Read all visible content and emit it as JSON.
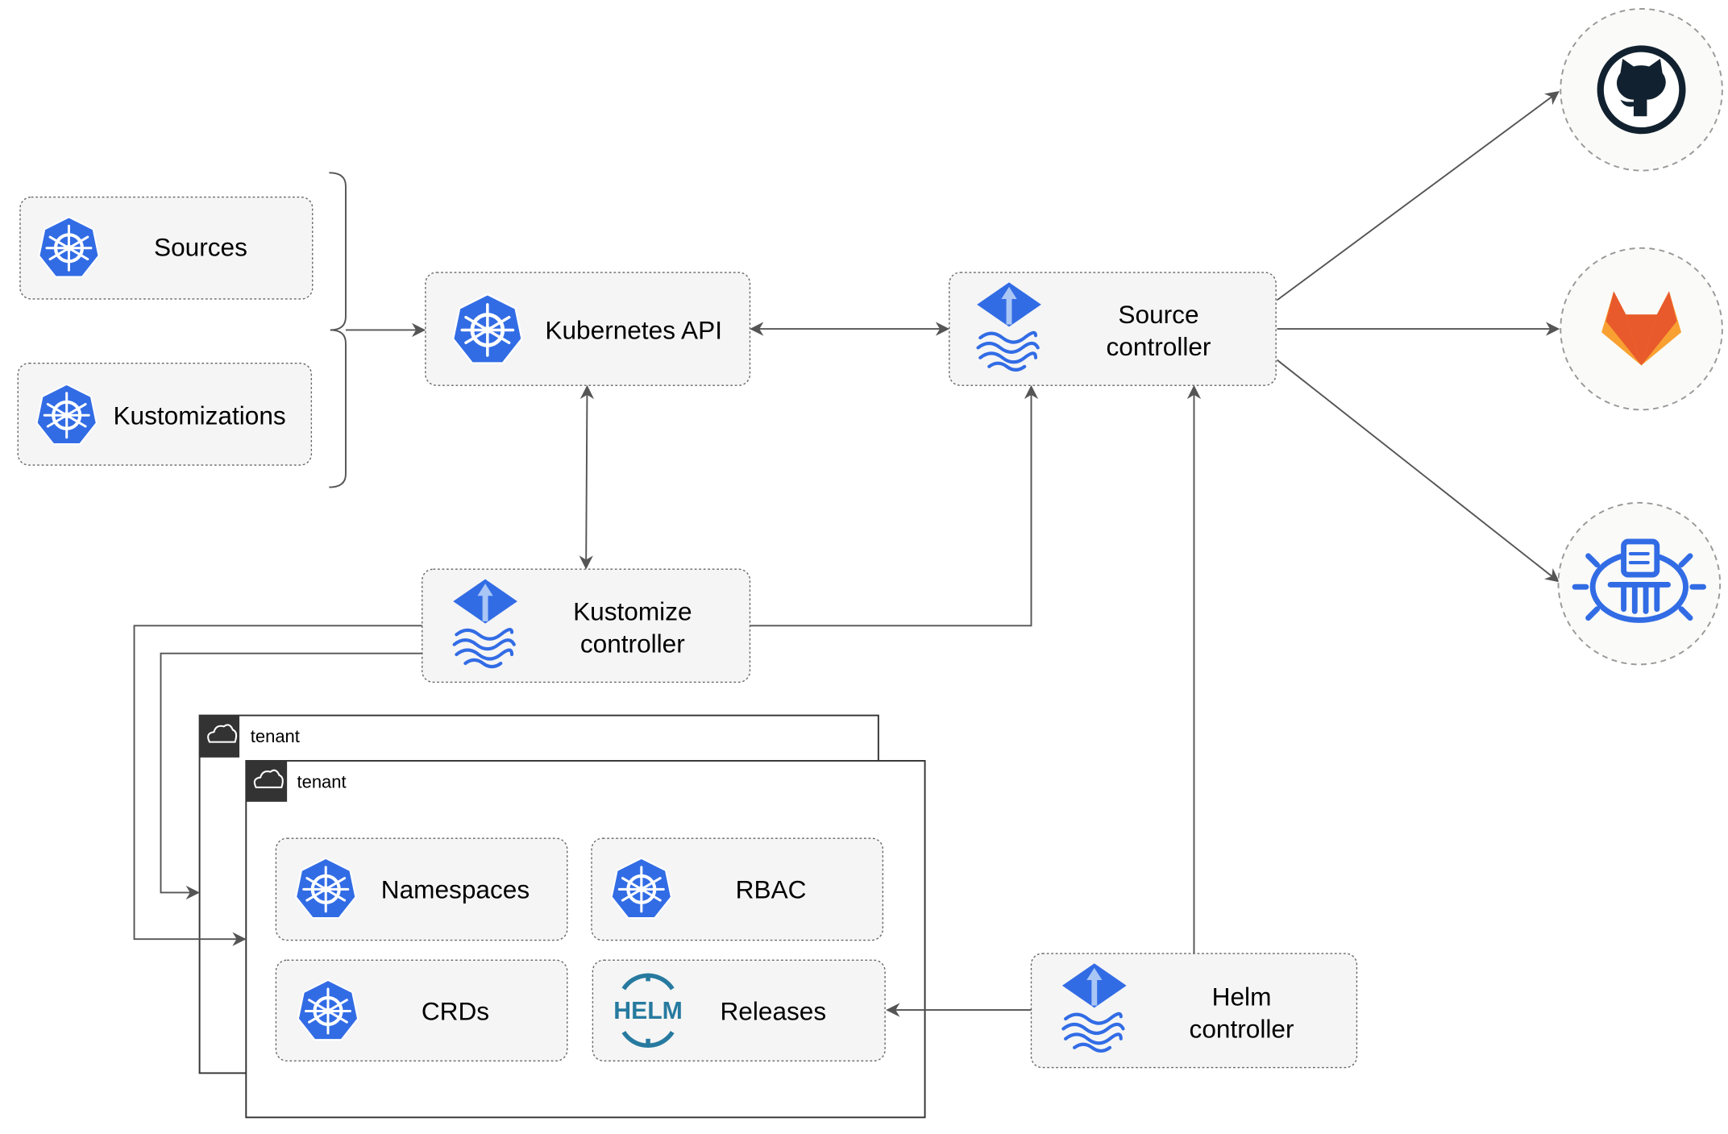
{
  "nodes": {
    "sources": {
      "label": "Sources",
      "icon": "kubernetes-icon"
    },
    "kustomizations": {
      "label": "Kustomizations",
      "icon": "kubernetes-icon"
    },
    "kubernetes_api": {
      "label": "Kubernetes API",
      "icon": "kubernetes-icon"
    },
    "source_controller": {
      "line1": "Source",
      "line2": "controller",
      "icon": "flux-icon"
    },
    "kustomize_controller": {
      "line1": "Kustomize",
      "line2": "controller",
      "icon": "flux-icon"
    },
    "helm_controller": {
      "line1": "Helm",
      "line2": "controller",
      "icon": "flux-icon"
    },
    "namespaces": {
      "label": "Namespaces",
      "icon": "kubernetes-icon"
    },
    "rbac": {
      "label": "RBAC",
      "icon": "kubernetes-icon"
    },
    "crds": {
      "label": "CRDs",
      "icon": "kubernetes-icon"
    },
    "releases": {
      "label": "Releases",
      "icon": "helm-icon"
    }
  },
  "helm_logo_text": "HELM",
  "tenants": [
    {
      "label": "tenant"
    },
    {
      "label": "tenant"
    }
  ],
  "external": [
    {
      "icon": "github-icon"
    },
    {
      "icon": "gitlab-icon"
    },
    {
      "icon": "bucket-icon"
    }
  ],
  "colors": {
    "kubernetes": "#326ce5",
    "github": "#11212f",
    "gitlab_red": "#e85a2b",
    "gitlab_orange": "#f9a032",
    "helm": "#277a9f"
  }
}
